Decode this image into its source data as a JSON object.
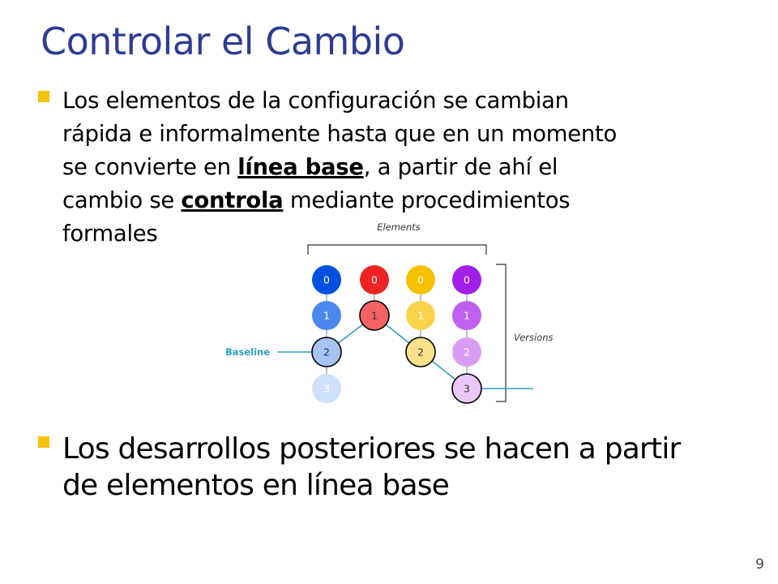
{
  "slide": {
    "title": "Controlar el Cambio",
    "page_number": "9"
  },
  "bullets": [
    {
      "lines": [
        [
          "Los elementos de la configuración se cambian"
        ],
        [
          "rápida e informalmente hasta que en un momento"
        ],
        [
          "se convierte en ",
          {
            "kw": "línea base"
          },
          ", a partir de ahí el"
        ],
        [
          "cambio se ",
          {
            "kw": "controla"
          },
          " mediante procedimientos"
        ],
        [
          "formales"
        ]
      ]
    },
    {
      "lines": [
        [
          "Los desarrollos posteriores se hacen a partir"
        ],
        [
          "de elementos en línea base"
        ]
      ]
    }
  ],
  "diagram": {
    "elements_label": "Elements",
    "versions_label": "Versions",
    "baseline_label": "Baseline",
    "columns": [
      {
        "name": "element-1",
        "nodes": [
          {
            "label": "0",
            "fill": "#0050e0",
            "text": "#ffffff"
          },
          {
            "label": "1",
            "fill": "#4a88ee",
            "text": "#ffffff"
          },
          {
            "label": "2",
            "fill": "#a6c4f4",
            "text": "#333333",
            "stroke": "#000000"
          },
          {
            "label": "3",
            "fill": "#cfe0fb",
            "text": "#ffffff"
          }
        ]
      },
      {
        "name": "element-2",
        "nodes": [
          {
            "label": "0",
            "fill": "#ee2424",
            "text": "#ffffff"
          },
          {
            "label": "1",
            "fill": "#f46363",
            "text": "#333333",
            "stroke": "#000000"
          }
        ]
      },
      {
        "name": "element-3",
        "nodes": [
          {
            "label": "0",
            "fill": "#f6c200",
            "text": "#ffffff"
          },
          {
            "label": "1",
            "fill": "#fad34c",
            "text": "#ffffff"
          },
          {
            "label": "2",
            "fill": "#fde08a",
            "text": "#333333",
            "stroke": "#000000"
          }
        ]
      },
      {
        "name": "element-4",
        "nodes": [
          {
            "label": "0",
            "fill": "#a020e8",
            "text": "#ffffff"
          },
          {
            "label": "1",
            "fill": "#c160ee",
            "text": "#ffffff"
          },
          {
            "label": "2",
            "fill": "#d99cf4",
            "text": "#ffffff"
          },
          {
            "label": "3",
            "fill": "#ebc6f8",
            "text": "#333333",
            "stroke": "#000000"
          }
        ]
      }
    ],
    "colors": {
      "baseline_line": "#2a9fc8",
      "connector": "#aaaaaa",
      "label": "#333333",
      "baseline_label": "#2a9fc8"
    }
  }
}
